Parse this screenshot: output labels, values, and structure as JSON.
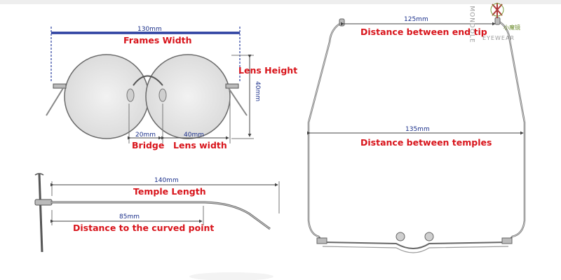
{
  "brand": {
    "name": "MONDOLE",
    "sub": "EYEWEAR",
    "logo_text": "小魔镜"
  },
  "front_view": {
    "frames_width_value": "130mm",
    "frames_width_label": "Frames Width",
    "lens_height_label": "Lens Height",
    "lens_height_value": "40mm",
    "bridge_value": "20mm",
    "bridge_label": "Bridge",
    "lens_width_value": "40mm",
    "lens_width_label": "Lens width"
  },
  "side_view": {
    "temple_length_value": "140mm",
    "temple_length_label": "Temple Length",
    "curved_value": "85mm",
    "curved_label": "Distance to the curved point"
  },
  "top_view": {
    "end_tip_value": "125mm",
    "end_tip_label": "Distance between end tip",
    "temples_value": "135mm",
    "temples_label": "Distance between temples"
  },
  "colors": {
    "label_red": "#d8141b",
    "measure_blue": "#1a2f8a",
    "line_gray": "#555555"
  }
}
